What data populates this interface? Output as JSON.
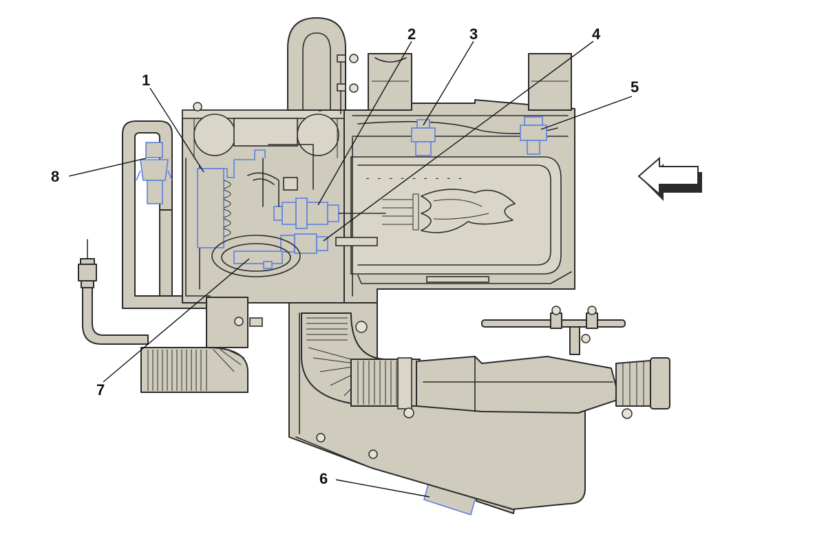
{
  "callouts": [
    {
      "id": 1,
      "label": "1"
    },
    {
      "id": 2,
      "label": "2"
    },
    {
      "id": 3,
      "label": "3"
    },
    {
      "id": 4,
      "label": "4"
    },
    {
      "id": 5,
      "label": "5"
    },
    {
      "id": 6,
      "label": "6"
    },
    {
      "id": 7,
      "label": "7"
    },
    {
      "id": 8,
      "label": "8"
    }
  ],
  "colors": {
    "housing": "#cfcbbd",
    "outline": "#2b2b2b",
    "highlighted_component": "#5b7fe0"
  },
  "icons": {
    "direction": "arrow-left-icon"
  }
}
